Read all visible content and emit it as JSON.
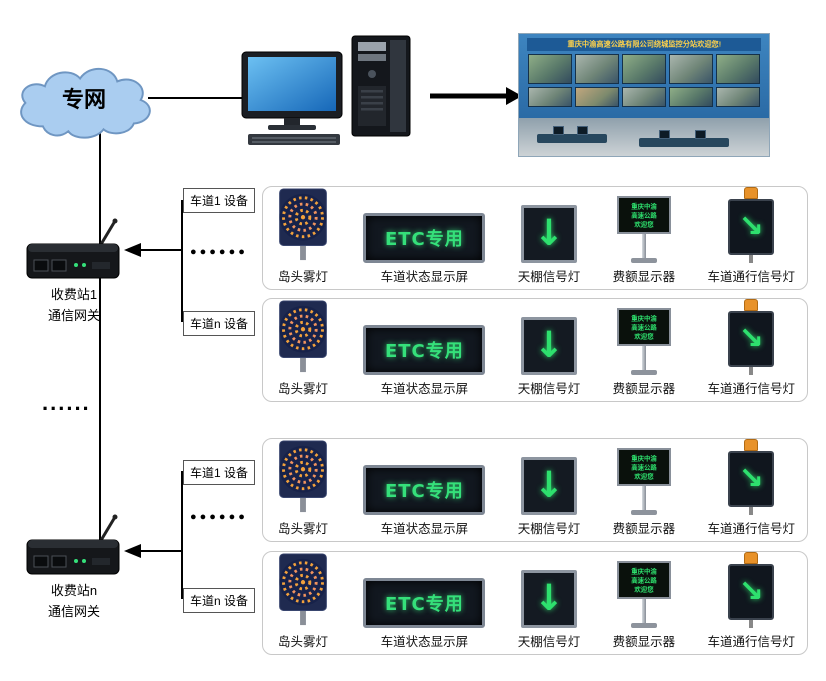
{
  "cloud": {
    "label": "专网"
  },
  "control_room": {
    "banner": "重庆中渝高速公路有限公司绕城监控分站欢迎您!"
  },
  "gateways": {
    "g1": {
      "name_line1": "收费站1",
      "name_line2": "通信网关"
    },
    "gn": {
      "name_line1": "收费站n",
      "name_line2": "通信网关"
    },
    "dots": "......"
  },
  "lane_groups": {
    "lane1_label": "车道1 设备",
    "laneN_label": "车道n 设备",
    "dots": "●●●●●●"
  },
  "devices": {
    "labels": [
      "岛头雾灯",
      "车道状态显示屏",
      "天棚信号灯",
      "费额显示器",
      "车道通行信号灯"
    ],
    "etc_text": "ETC专用",
    "fee_lines": [
      "重庆中渝",
      "高速公路",
      "欢迎您"
    ],
    "down_arrow_glyph": "↓",
    "diag_arrow_glyph": "↘"
  },
  "colors": {
    "led_green": "#2ee06e",
    "fog_orange": "#f2a13c",
    "cloud_fill": "#aacdf0",
    "screen_blue": "#3a9ae0"
  }
}
